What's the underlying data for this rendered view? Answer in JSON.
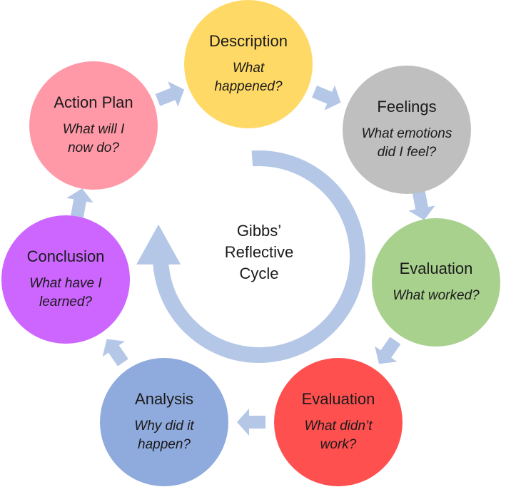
{
  "center": {
    "line1": "Gibbs’",
    "line2": "Reflective",
    "line3": "Cycle"
  },
  "colors": {
    "arrow": "#b4c7e7",
    "center_arrow": "#b4c7e7"
  },
  "stages": [
    {
      "title": "Description",
      "question": [
        "What",
        "happened?"
      ],
      "color": "#ffd966"
    },
    {
      "title": "Feelings",
      "question": [
        "What emotions",
        "did I feel?"
      ],
      "color": "#bfbfbf"
    },
    {
      "title": "Evaluation",
      "question": [
        "What worked?"
      ],
      "color": "#a9d18e"
    },
    {
      "title": "Evaluation",
      "question": [
        "What didn’t",
        "work?"
      ],
      "color": "#ff5050"
    },
    {
      "title": "Analysis",
      "question": [
        "Why did it",
        "happen?"
      ],
      "color": "#8faadc"
    },
    {
      "title": "Conclusion",
      "question": [
        "What have I",
        "learned?"
      ],
      "color": "#cc66ff"
    },
    {
      "title": "Action Plan",
      "question": [
        "What will I",
        "now do?"
      ],
      "color": "#ff99a8"
    }
  ]
}
